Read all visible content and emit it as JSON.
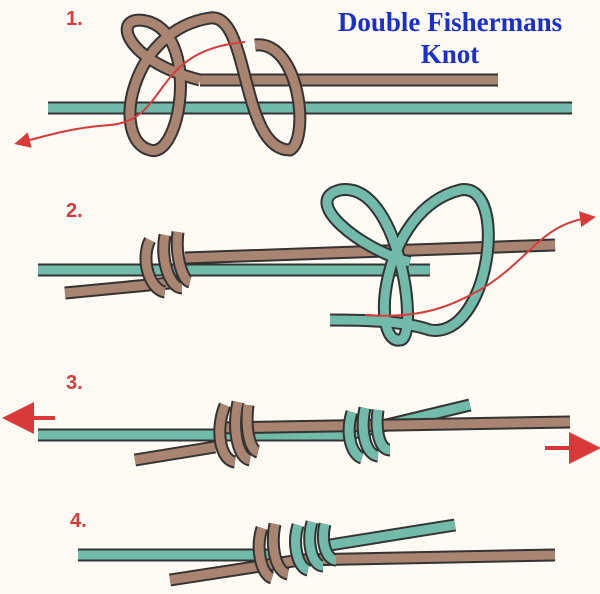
{
  "title": {
    "line1": "Double Fishermans",
    "line2": "Knot"
  },
  "steps": [
    {
      "label": "1."
    },
    {
      "label": "2."
    },
    {
      "label": "3."
    },
    {
      "label": "4."
    }
  ],
  "colors": {
    "brown_rope": "#a88471",
    "teal_rope": "#72bbab",
    "arrow": "#d83a3a",
    "title": "#1a2fd0"
  }
}
